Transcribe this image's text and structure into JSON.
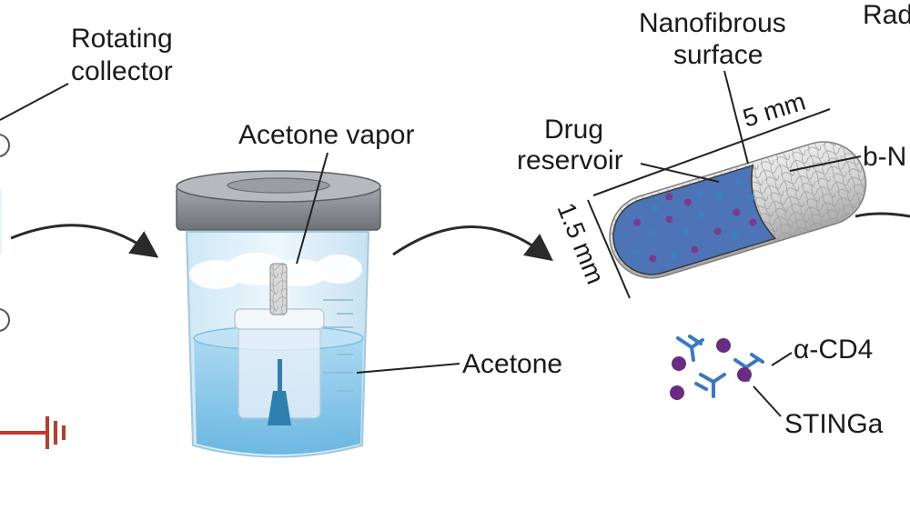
{
  "labels": {
    "rotating_collector_1": "Rotating",
    "rotating_collector_2": "collector",
    "acetone_vapor": "Acetone vapor",
    "acetone": "Acetone",
    "nanofibrous_1": "Nanofibrous",
    "nanofibrous_2": "surface",
    "drug_1": "Drug",
    "drug_2": "reservoir",
    "length": "5 mm",
    "diameter": "1.5 mm",
    "rad": "Rad",
    "bn": "b-N",
    "acd": "α-CD4",
    "stinga": "STINGa"
  },
  "colors": {
    "arrow": "#2a2a2a",
    "ground_symbol": "#c0392b",
    "lid": "#8a8d91",
    "liquid": "#7fc3e6",
    "particle_blue": "#3d7fc1",
    "particle_purple": "#7a3a8e",
    "antibody": "#3a78c2",
    "sting_dot": "#6a2c80"
  }
}
